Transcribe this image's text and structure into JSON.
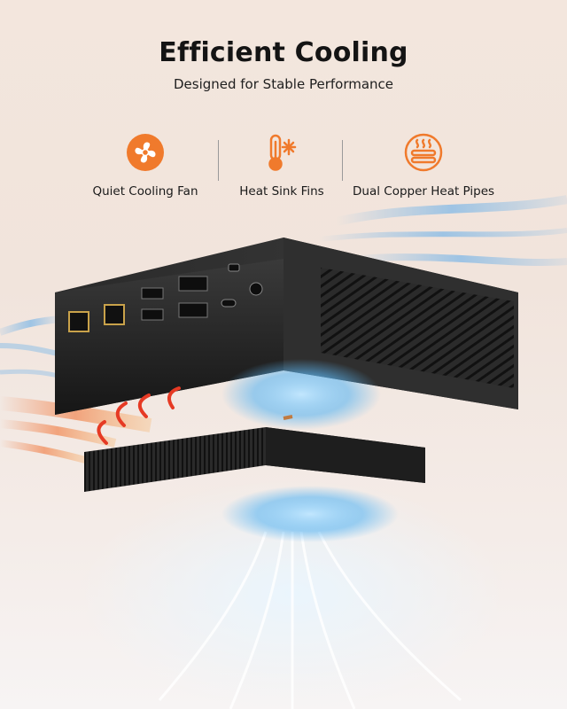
{
  "header": {
    "title": "Efficient Cooling",
    "subtitle": "Designed for Stable Performance"
  },
  "features": [
    {
      "label": "Quiet Cooling Fan",
      "icon": "fan-icon"
    },
    {
      "label": "Heat Sink Fins",
      "icon": "thermometer-snowflake-icon"
    },
    {
      "label": "Dual Copper Heat Pipes",
      "icon": "heat-pipes-icon"
    }
  ],
  "colors": {
    "accent": "#f07a2c",
    "hot_air": "#f05a22",
    "cool_air": "#4aa8f0",
    "device": "#232323"
  }
}
